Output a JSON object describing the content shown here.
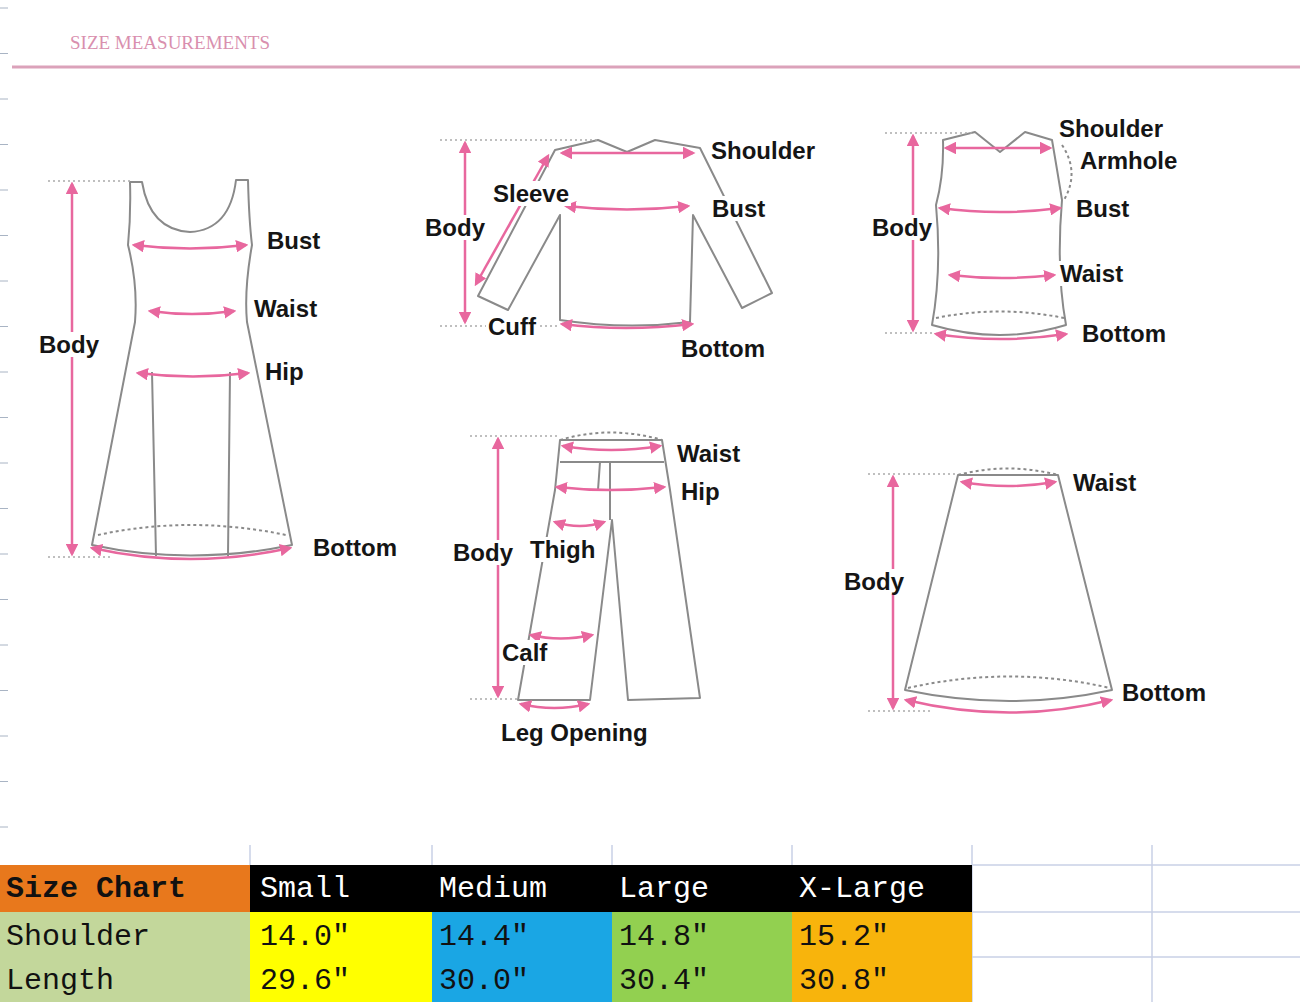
{
  "diagram": {
    "title": "SIZE MEASUREMENTS",
    "labels": [
      "Bust",
      "Waist",
      "Body",
      "Hip",
      "Bottom",
      "Shoulder",
      "Sleeve",
      "Body",
      "Bust",
      "Cuff",
      "Bottom",
      "Shoulder",
      "Armhole",
      "Body",
      "Bust",
      "Waist",
      "Bottom",
      "Waist",
      "Hip",
      "Body",
      "Thigh",
      "Calf",
      "Leg Opening",
      "Waist",
      "Body",
      "Bottom",
      "Size Chart",
      "Small",
      "Medium",
      "Large",
      "X-Large",
      "Shoulder",
      "14.0″",
      "14.4″",
      "14.8″",
      "15.2″",
      "Length",
      "29.6″",
      "30.0″",
      "30.4″",
      "30.8″"
    ]
  }
}
